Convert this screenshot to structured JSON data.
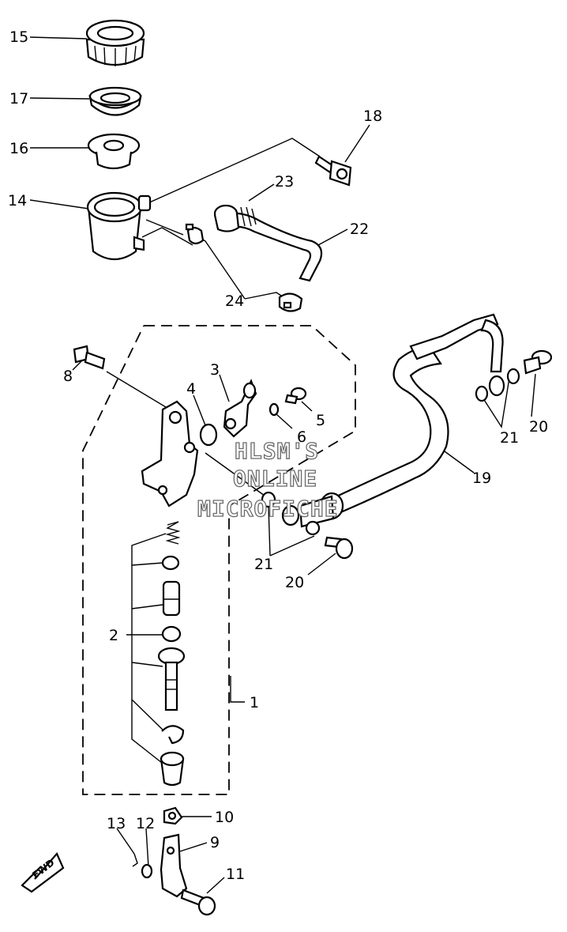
{
  "callouts": {
    "c1": "1",
    "c2": "2",
    "c3": "3",
    "c4": "4",
    "c5": "5",
    "c6": "6",
    "c8": "8",
    "c9": "9",
    "c10": "10",
    "c11": "11",
    "c12": "12",
    "c13": "13",
    "c14": "14",
    "c15": "15",
    "c16": "16",
    "c17": "17",
    "c18": "18",
    "c19": "19",
    "c20a": "20",
    "c20b": "20",
    "c21a": "21",
    "c21b": "21",
    "c22": "22",
    "c23": "23",
    "c24": "24"
  },
  "watermark": {
    "line1": "HLSM'S",
    "line2": "ONLINE",
    "line3": "MICROFICHE"
  },
  "direction_label": "FWD"
}
